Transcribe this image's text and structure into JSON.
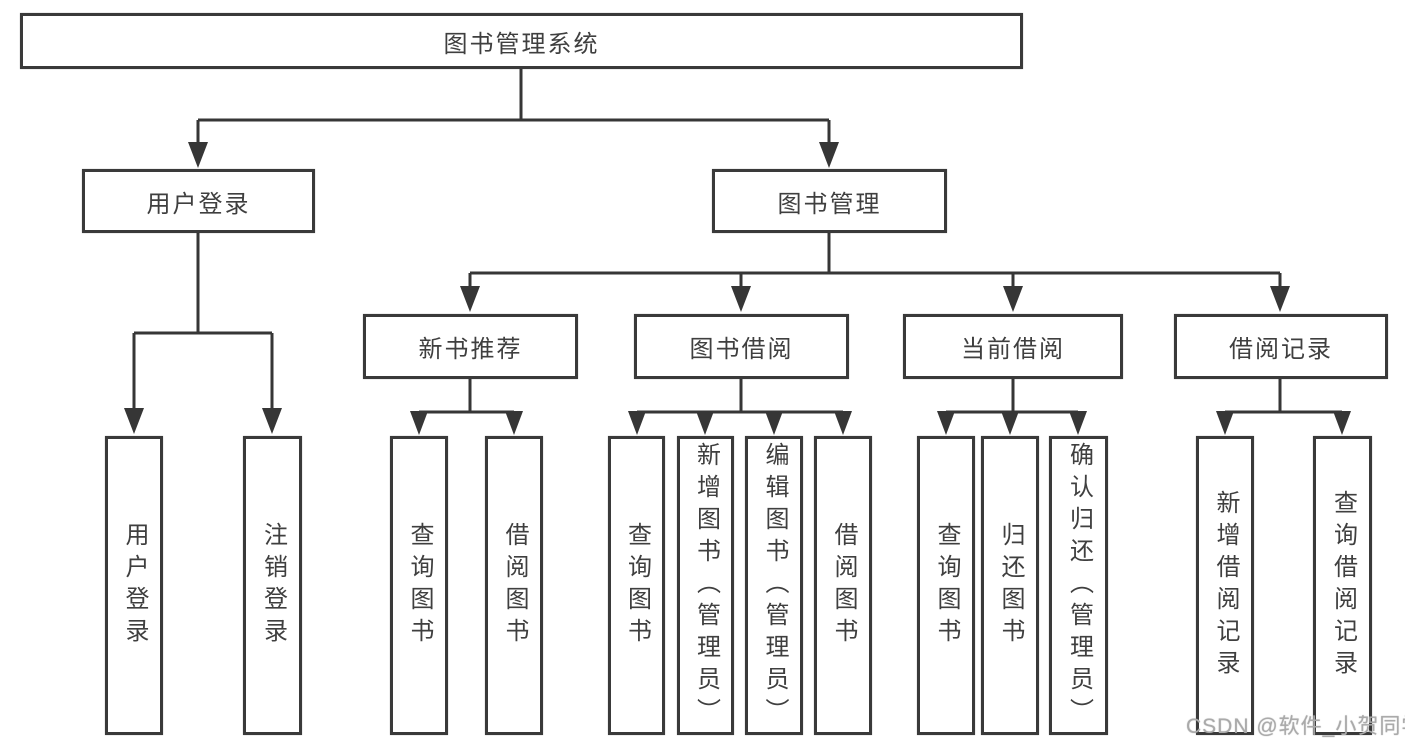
{
  "diagram": {
    "title": "图书管理系统",
    "level2": [
      {
        "label": "用户登录",
        "leaves": [
          "用户登录",
          "注销登录"
        ]
      },
      {
        "label": "图书管理",
        "groups": [
          {
            "label": "新书推荐",
            "leaves": [
              "查询图书",
              "借阅图书"
            ]
          },
          {
            "label": "图书借阅",
            "leaves": [
              "查询图书",
              "新增图书（管理员）",
              "编辑图书（管理员）",
              "借阅图书"
            ]
          },
          {
            "label": "当前借阅",
            "leaves": [
              "查询图书",
              "归还图书",
              "确认归还（管理员）"
            ]
          },
          {
            "label": "借阅记录",
            "leaves": [
              "新增借阅记录",
              "查询借阅记录"
            ]
          }
        ]
      }
    ]
  },
  "watermark": {
    "text": "CSDN @软件_小贺同学"
  },
  "colors": {
    "line": "#363636",
    "box_border": "#3a3a3a",
    "text": "#3f3f3f",
    "background": "#ffffff",
    "watermark": "#aaaaaa"
  }
}
